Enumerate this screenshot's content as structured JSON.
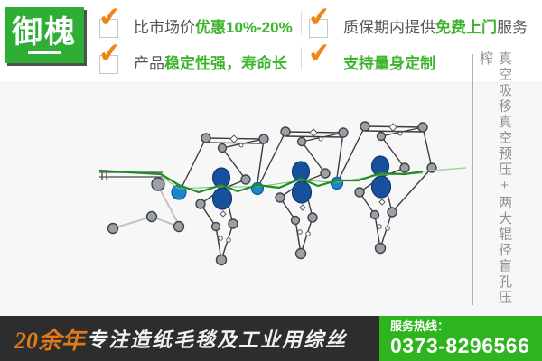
{
  "logo": {
    "text": "御槐"
  },
  "benefits": {
    "check_icon": "✔",
    "items": [
      {
        "prefix": "比市场价",
        "highlight": "优惠10%-20%",
        "suffix": ""
      },
      {
        "prefix": "质保期内提供",
        "highlight": "免费上门",
        "suffix": "服务"
      },
      {
        "prefix": "产品",
        "highlight": "稳定性强，寿命长",
        "suffix": ""
      },
      {
        "prefix": "",
        "highlight": "支持量身定制",
        "suffix": ""
      }
    ]
  },
  "side_banner": {
    "text": "真空吸移真空预压+两大辊径盲孔压榨"
  },
  "diagram": {
    "type": "paper-machine-press-section",
    "units": 3,
    "press_roll_color": "#17519b",
    "suction_roll_color": "#1b86cb",
    "guide_roll_color": "#9aa0a6",
    "web_color": "#228b22"
  },
  "footer": {
    "years": "20余年",
    "slogan": "专注造纸毛毯及工业用综丝",
    "hotline_label": "服务热线：",
    "hotline_number": "0373-8296566"
  },
  "colors": {
    "brand_green": "#2fae35",
    "highlight_green": "#3cb42e",
    "check_orange": "#ef8616",
    "footer_bg": "#2d2d2d",
    "hotline_green": "#2db41e"
  }
}
